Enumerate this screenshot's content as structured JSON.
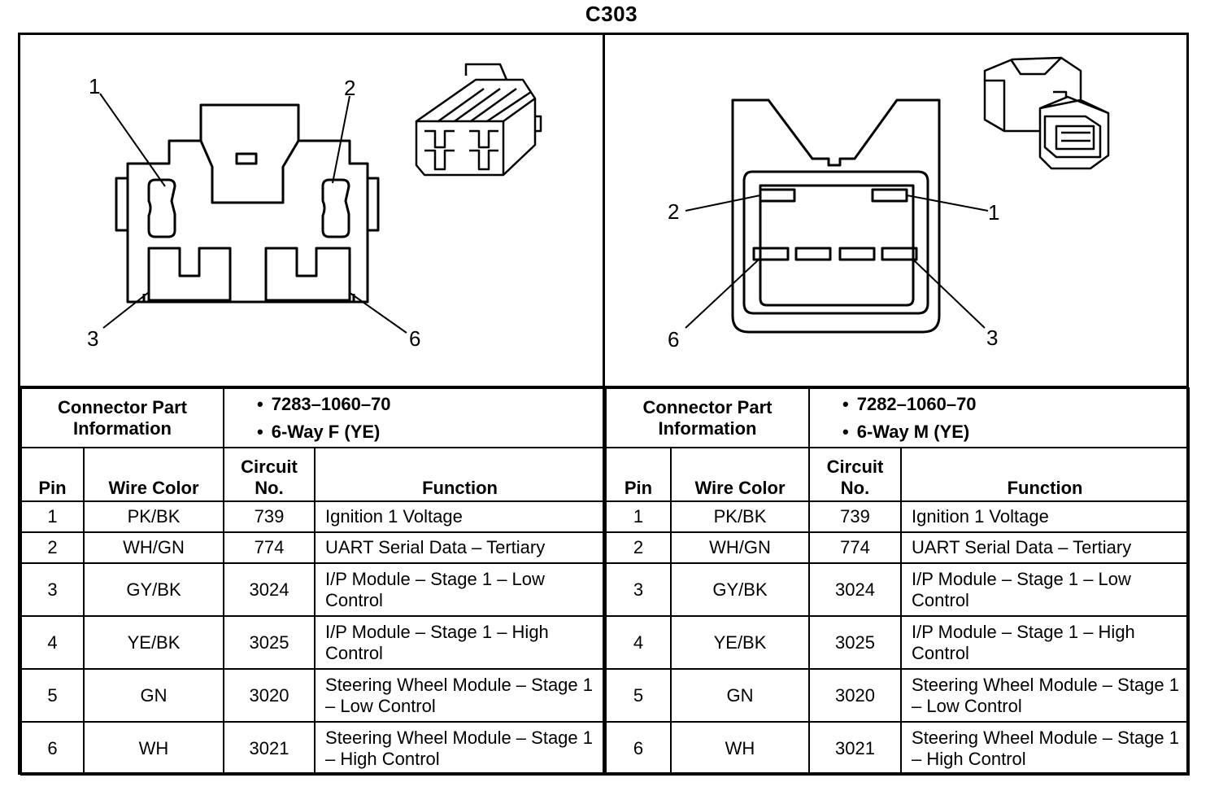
{
  "title": "C303",
  "left": {
    "pin_labels": [
      "1",
      "2",
      "3",
      "6"
    ],
    "part_label": "Connector Part Information",
    "part_number": "7283–1060–70",
    "part_desc": "6-Way F (YE)"
  },
  "right": {
    "pin_labels": [
      "2",
      "1",
      "6",
      "3"
    ],
    "part_label": "Connector Part Information",
    "part_number": "7282–1060–70",
    "part_desc": "6-Way M (YE)"
  },
  "headers": {
    "pin": "Pin",
    "wire_color": "Wire Color",
    "circuit": "Circuit No.",
    "function": "Function"
  },
  "rows": [
    {
      "pin": "1",
      "wire": "PK/BK",
      "circuit": "739",
      "function": "Ignition 1 Voltage"
    },
    {
      "pin": "2",
      "wire": "WH/GN",
      "circuit": "774",
      "function": "UART Serial Data – Tertiary"
    },
    {
      "pin": "3",
      "wire": "GY/BK",
      "circuit": "3024",
      "function": "I/P Module – Stage 1 – Low Control"
    },
    {
      "pin": "4",
      "wire": "YE/BK",
      "circuit": "3025",
      "function": "I/P Module – Stage 1 – High Control"
    },
    {
      "pin": "5",
      "wire": "GN",
      "circuit": "3020",
      "function": "Steering Wheel Module – Stage 1 – Low Control"
    },
    {
      "pin": "6",
      "wire": "WH",
      "circuit": "3021",
      "function": "Steering Wheel Module – Stage 1 – High Control"
    }
  ]
}
